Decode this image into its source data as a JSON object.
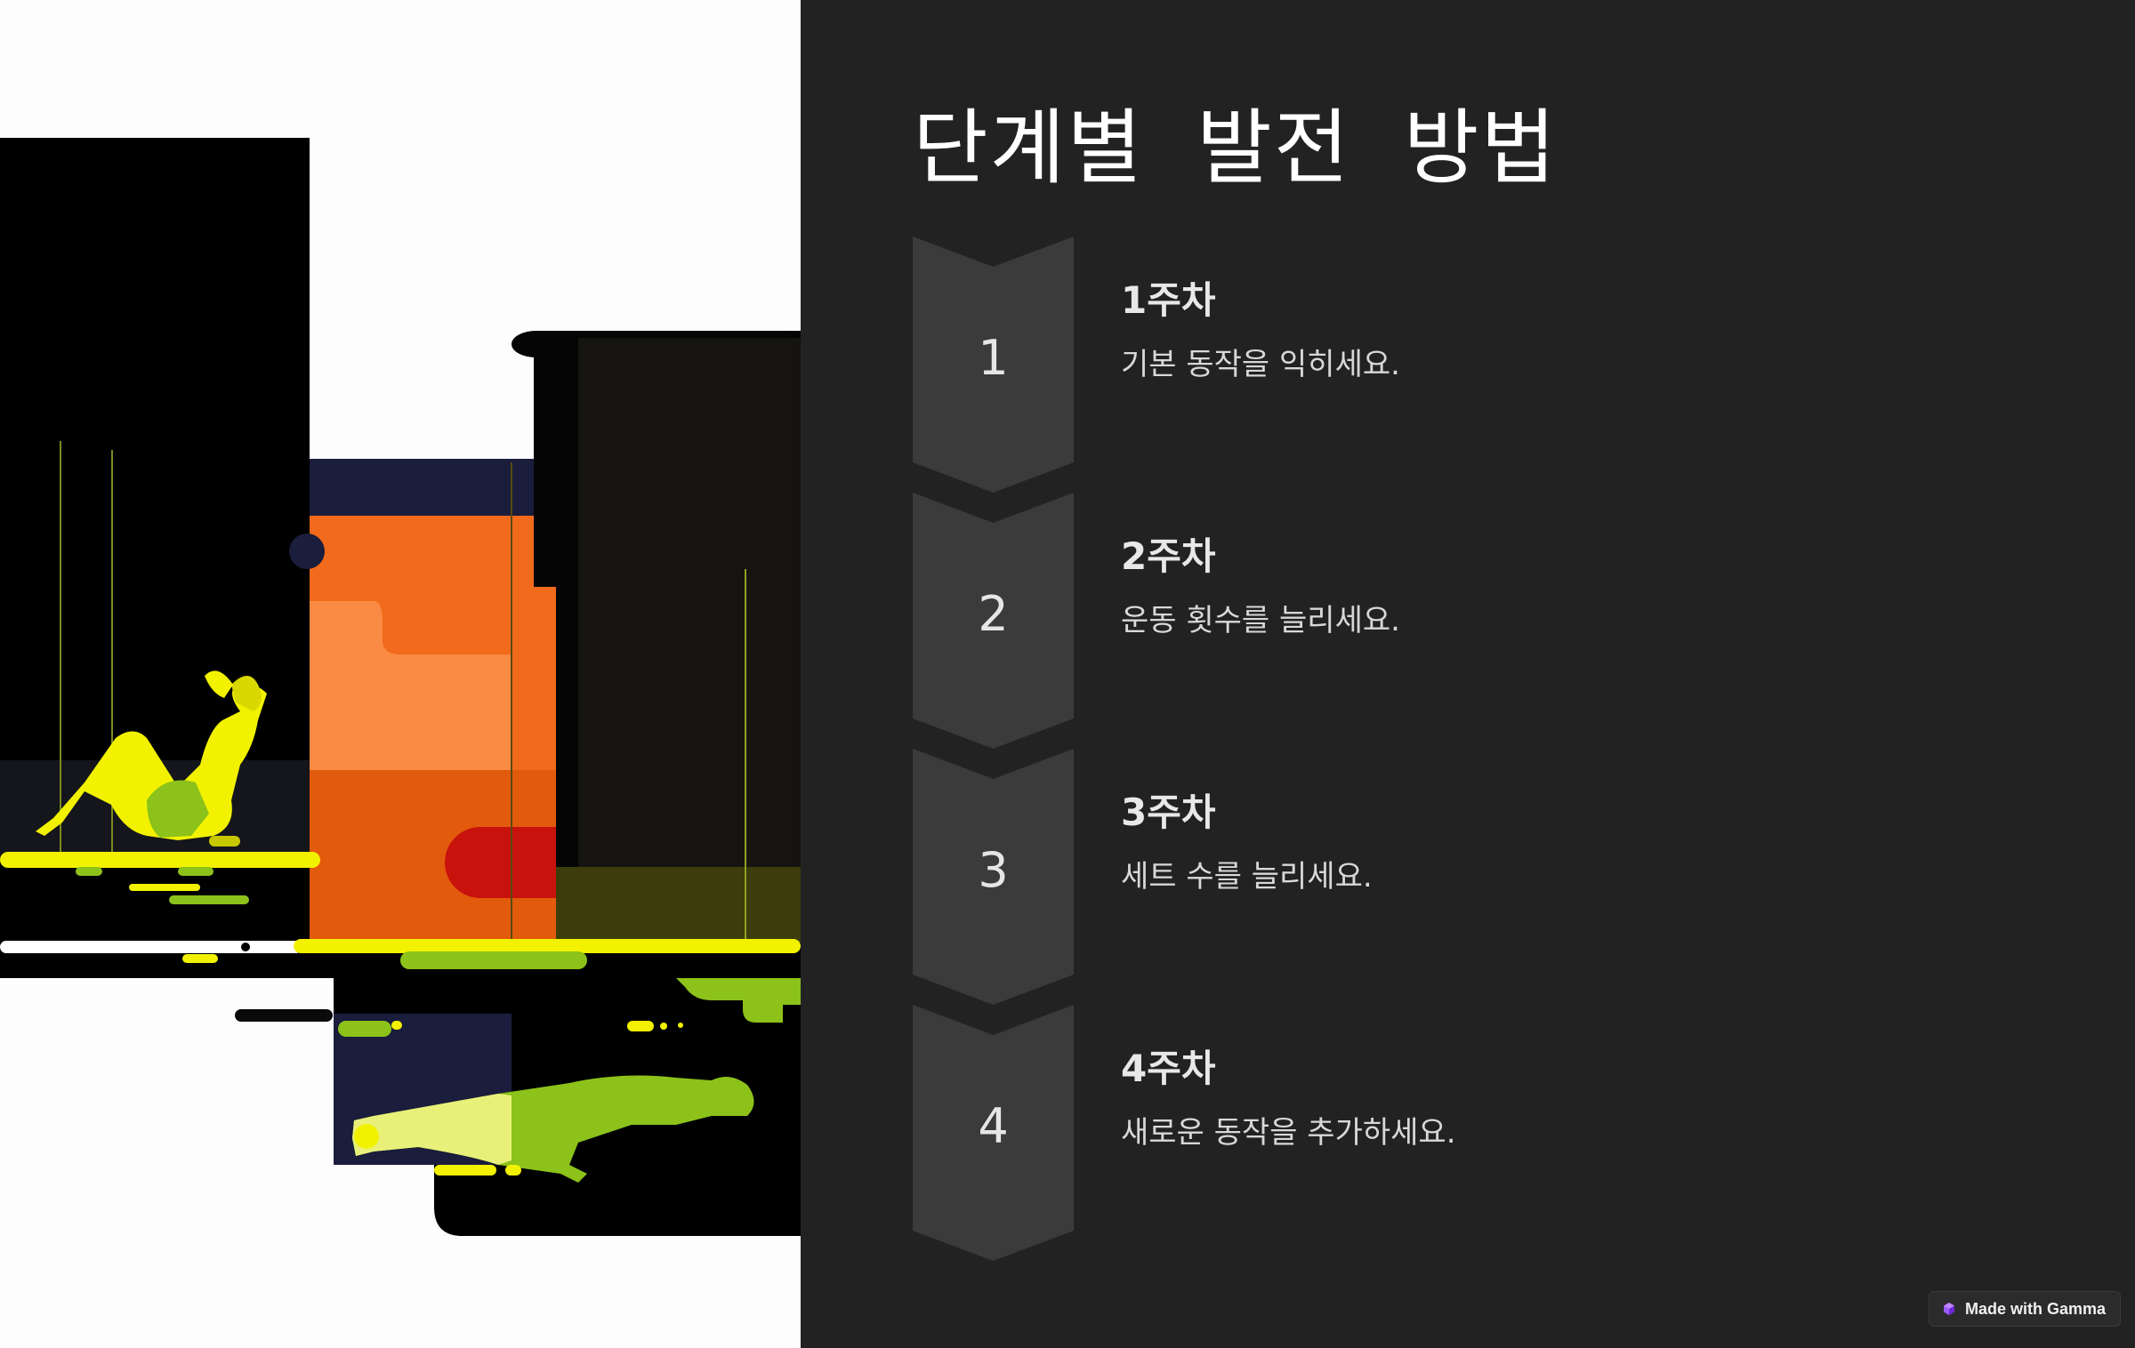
{
  "slide": {
    "title": "단계별 발전 방법"
  },
  "illustration": {
    "description_icon": "workout-illustration"
  },
  "steps": [
    {
      "number": "1",
      "heading": "1주차",
      "description": "기본 동작을 익히세요."
    },
    {
      "number": "2",
      "heading": "2주차",
      "description": "운동 횟수를 늘리세요."
    },
    {
      "number": "3",
      "heading": "3주차",
      "description": "세트 수를 늘리세요."
    },
    {
      "number": "4",
      "heading": "4주차",
      "description": "새로운 동작을 추가하세요."
    }
  ],
  "badge": {
    "label": "Made with Gamma",
    "icon": "gamma-logo-icon"
  },
  "colors": {
    "background": "#222222",
    "marker": "#3b3b3b",
    "title": "#ffffff",
    "text": "#d8d8d8",
    "accent_yellow": "#f2f200",
    "accent_orange": "#f26a1b",
    "accent_green": "#8cc21a"
  }
}
